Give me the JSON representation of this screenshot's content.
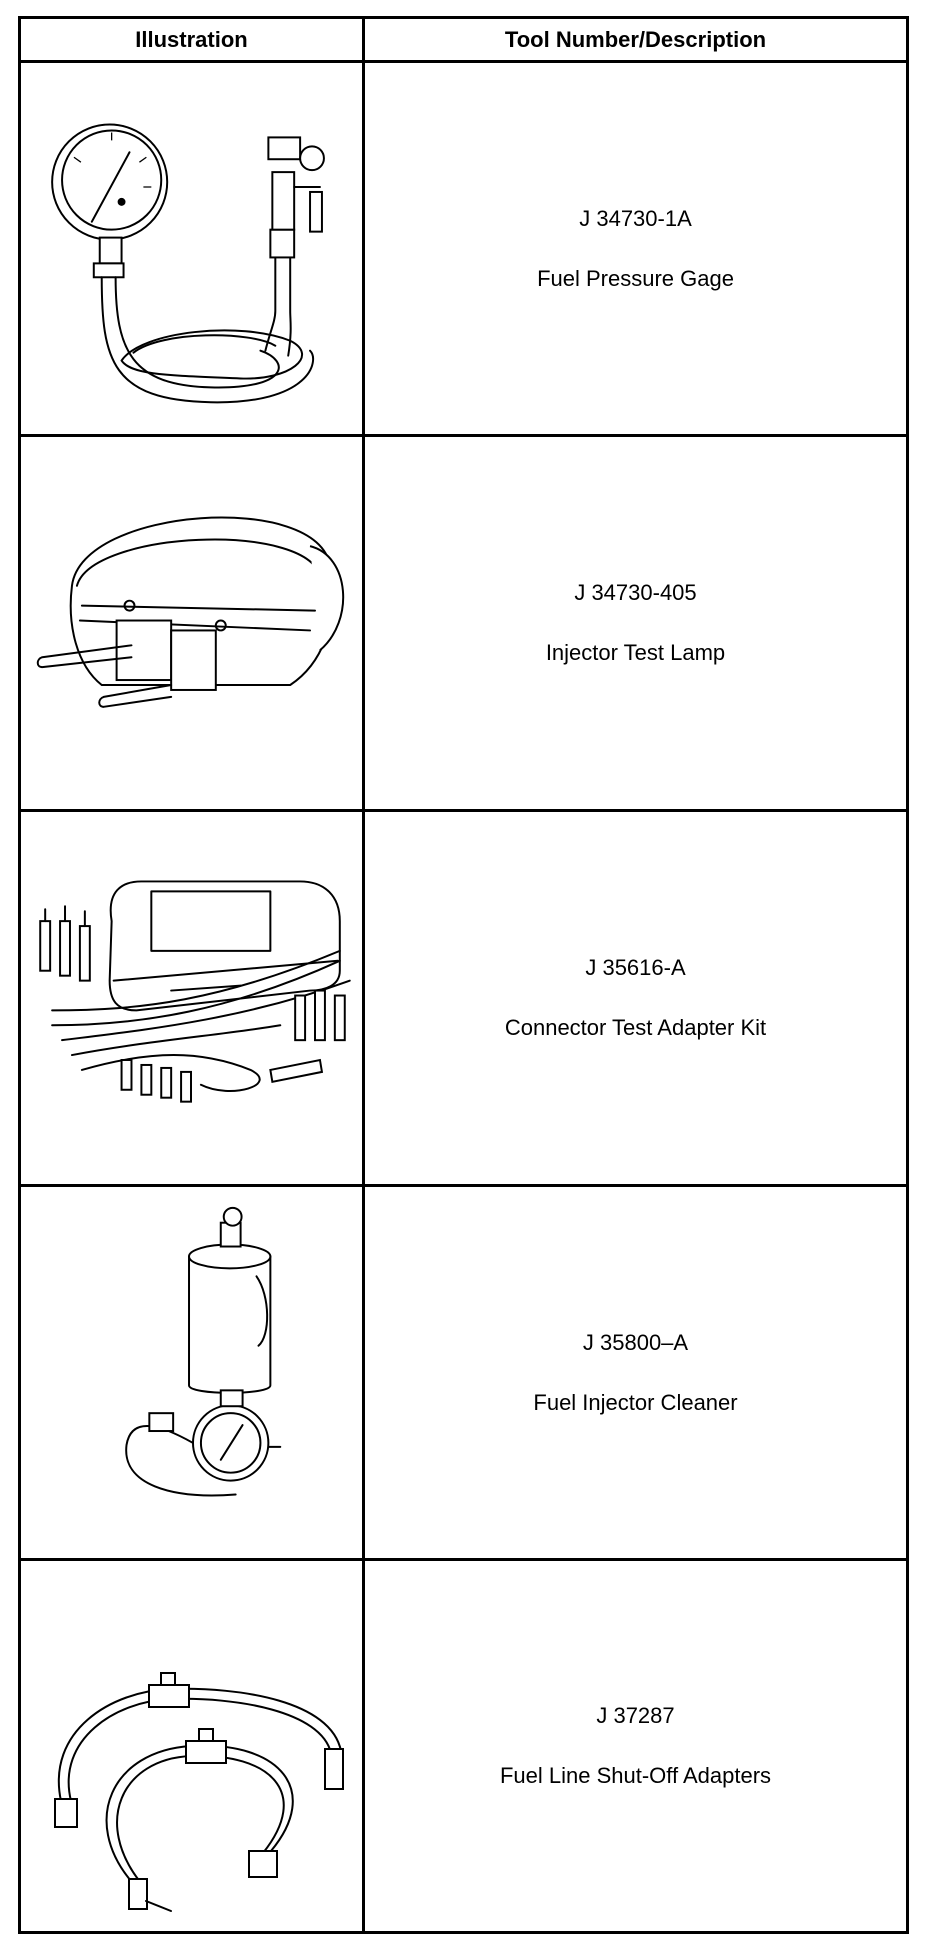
{
  "header": {
    "illustration": "Illustration",
    "tool": "Tool Number/Description"
  },
  "rows": [
    {
      "number": "J 34730-1A",
      "description": "Fuel Pressure Gage",
      "icon": "fuel-pressure-gage-illustration"
    },
    {
      "number": "J 34730-405",
      "description": "Injector Test Lamp",
      "icon": "injector-test-lamp-illustration"
    },
    {
      "number": "J 35616-A",
      "description": "Connector Test Adapter Kit",
      "icon": "connector-test-adapter-kit-illustration"
    },
    {
      "number": "J 35800–A",
      "description": "Fuel Injector Cleaner",
      "icon": "fuel-injector-cleaner-illustration"
    },
    {
      "number": "J 37287",
      "description": "Fuel Line Shut-Off Adapters",
      "icon": "fuel-line-shutoff-adapters-illustration"
    }
  ]
}
